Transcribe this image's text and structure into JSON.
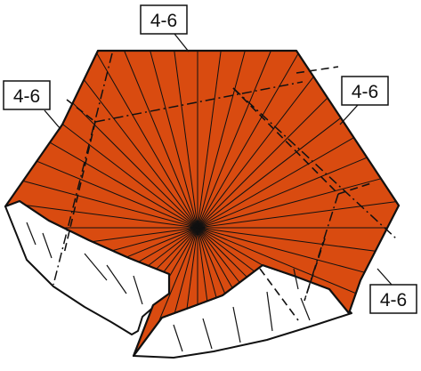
{
  "diagram": {
    "colors": {
      "paper_colored": "#d94b10",
      "paper_white": "#ffffff",
      "line": "#111111"
    },
    "labels": {
      "top": "4-6",
      "left": "4-6",
      "right": "4-6",
      "bottom_right": "4-6"
    }
  }
}
